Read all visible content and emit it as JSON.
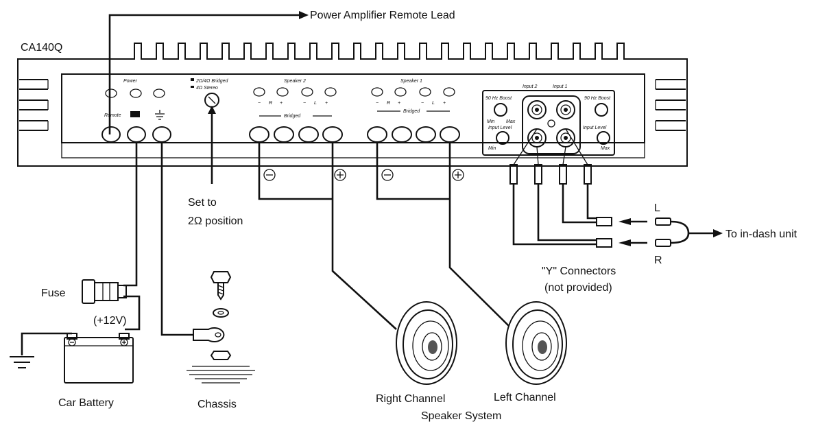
{
  "model": "CA140Q",
  "remote_lead": "Power Amplifier Remote Lead",
  "panel": {
    "power": "Power",
    "remote": "Remote",
    "bridge_switch_1": "2Ω/4Ω Bridged",
    "bridge_switch_2": "4Ω Stereo",
    "speaker2": "Speaker 2",
    "speaker1": "Speaker 1",
    "bridged": "Bridged",
    "minus": "−",
    "plus": "+",
    "r": "R",
    "l": "L",
    "input2": "Input 2",
    "input1": "Input 1",
    "bass_boost_l": "90 Hz Boost",
    "bass_boost_r": "90 Hz Boost",
    "input_level_l": "Input Level",
    "input_level_r": "Input Level",
    "min": "Min",
    "max": "Max"
  },
  "set_to": [
    "Set to",
    "2Ω position"
  ],
  "fuse": "Fuse",
  "plus12v": "(+12V)",
  "battery": "Car Battery",
  "chassis": "Chassis",
  "y_connectors": "\"Y\" Connectors",
  "not_provided": "(not provided)",
  "in_dash": "To in-dash unit",
  "L": "L",
  "R": "R",
  "right_channel": "Right Channel",
  "left_channel": "Left Channel",
  "speaker_system": "Speaker System"
}
